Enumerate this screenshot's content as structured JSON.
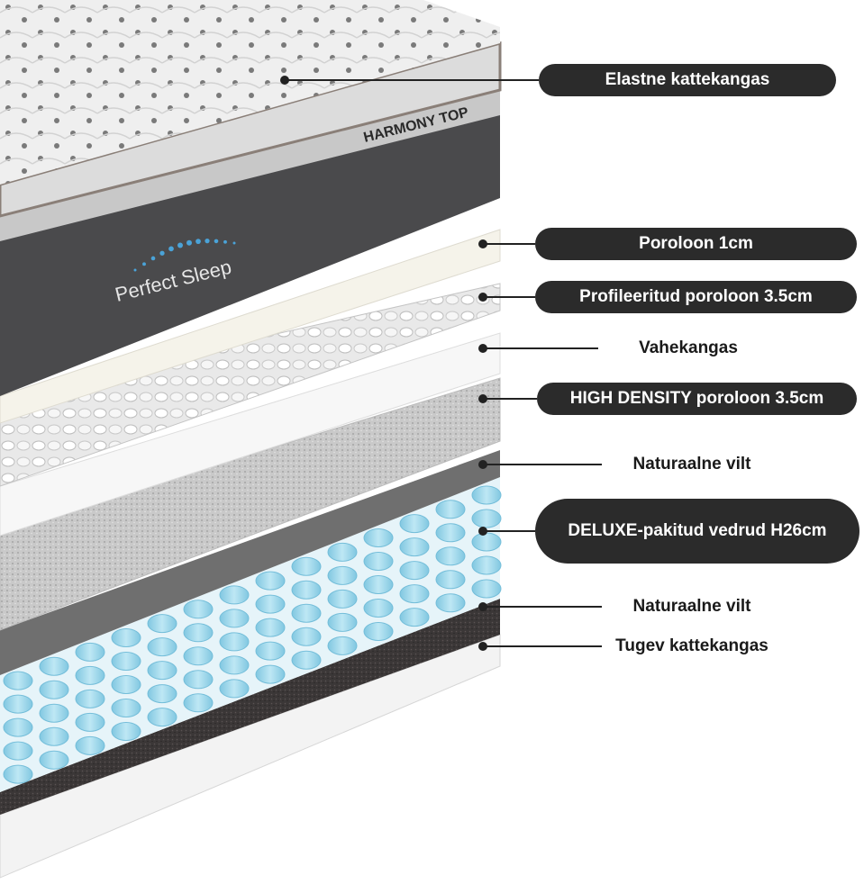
{
  "product": {
    "series_name": "HARMONY TOP",
    "brand": "Perfect Sleep"
  },
  "layers": [
    {
      "id": "cover",
      "label": "Elastne kattekangas",
      "style": "pill"
    },
    {
      "id": "foam1",
      "label": "Poroloon 1cm",
      "style": "pill"
    },
    {
      "id": "profiled",
      "label": "Profileeritud poroloon 3.5cm",
      "style": "pill"
    },
    {
      "id": "interlayer",
      "label": "Vahekangas",
      "style": "plain"
    },
    {
      "id": "hd-foam",
      "label": "HIGH DENSITY poroloon 3.5cm",
      "style": "pill"
    },
    {
      "id": "felt-top",
      "label": "Naturaalne vilt",
      "style": "plain"
    },
    {
      "id": "springs",
      "label": "DELUXE-pakitud vedrud H26cm",
      "style": "pill"
    },
    {
      "id": "felt-bottom",
      "label": "Naturaalne vilt",
      "style": "plain"
    },
    {
      "id": "base",
      "label": "Tugev kattekangas",
      "style": "plain"
    }
  ],
  "colors": {
    "pill": "#2b2b2b",
    "spring": "#8fd3ea",
    "felt": "#3a3636",
    "side_panel": "#4a4a4c"
  }
}
